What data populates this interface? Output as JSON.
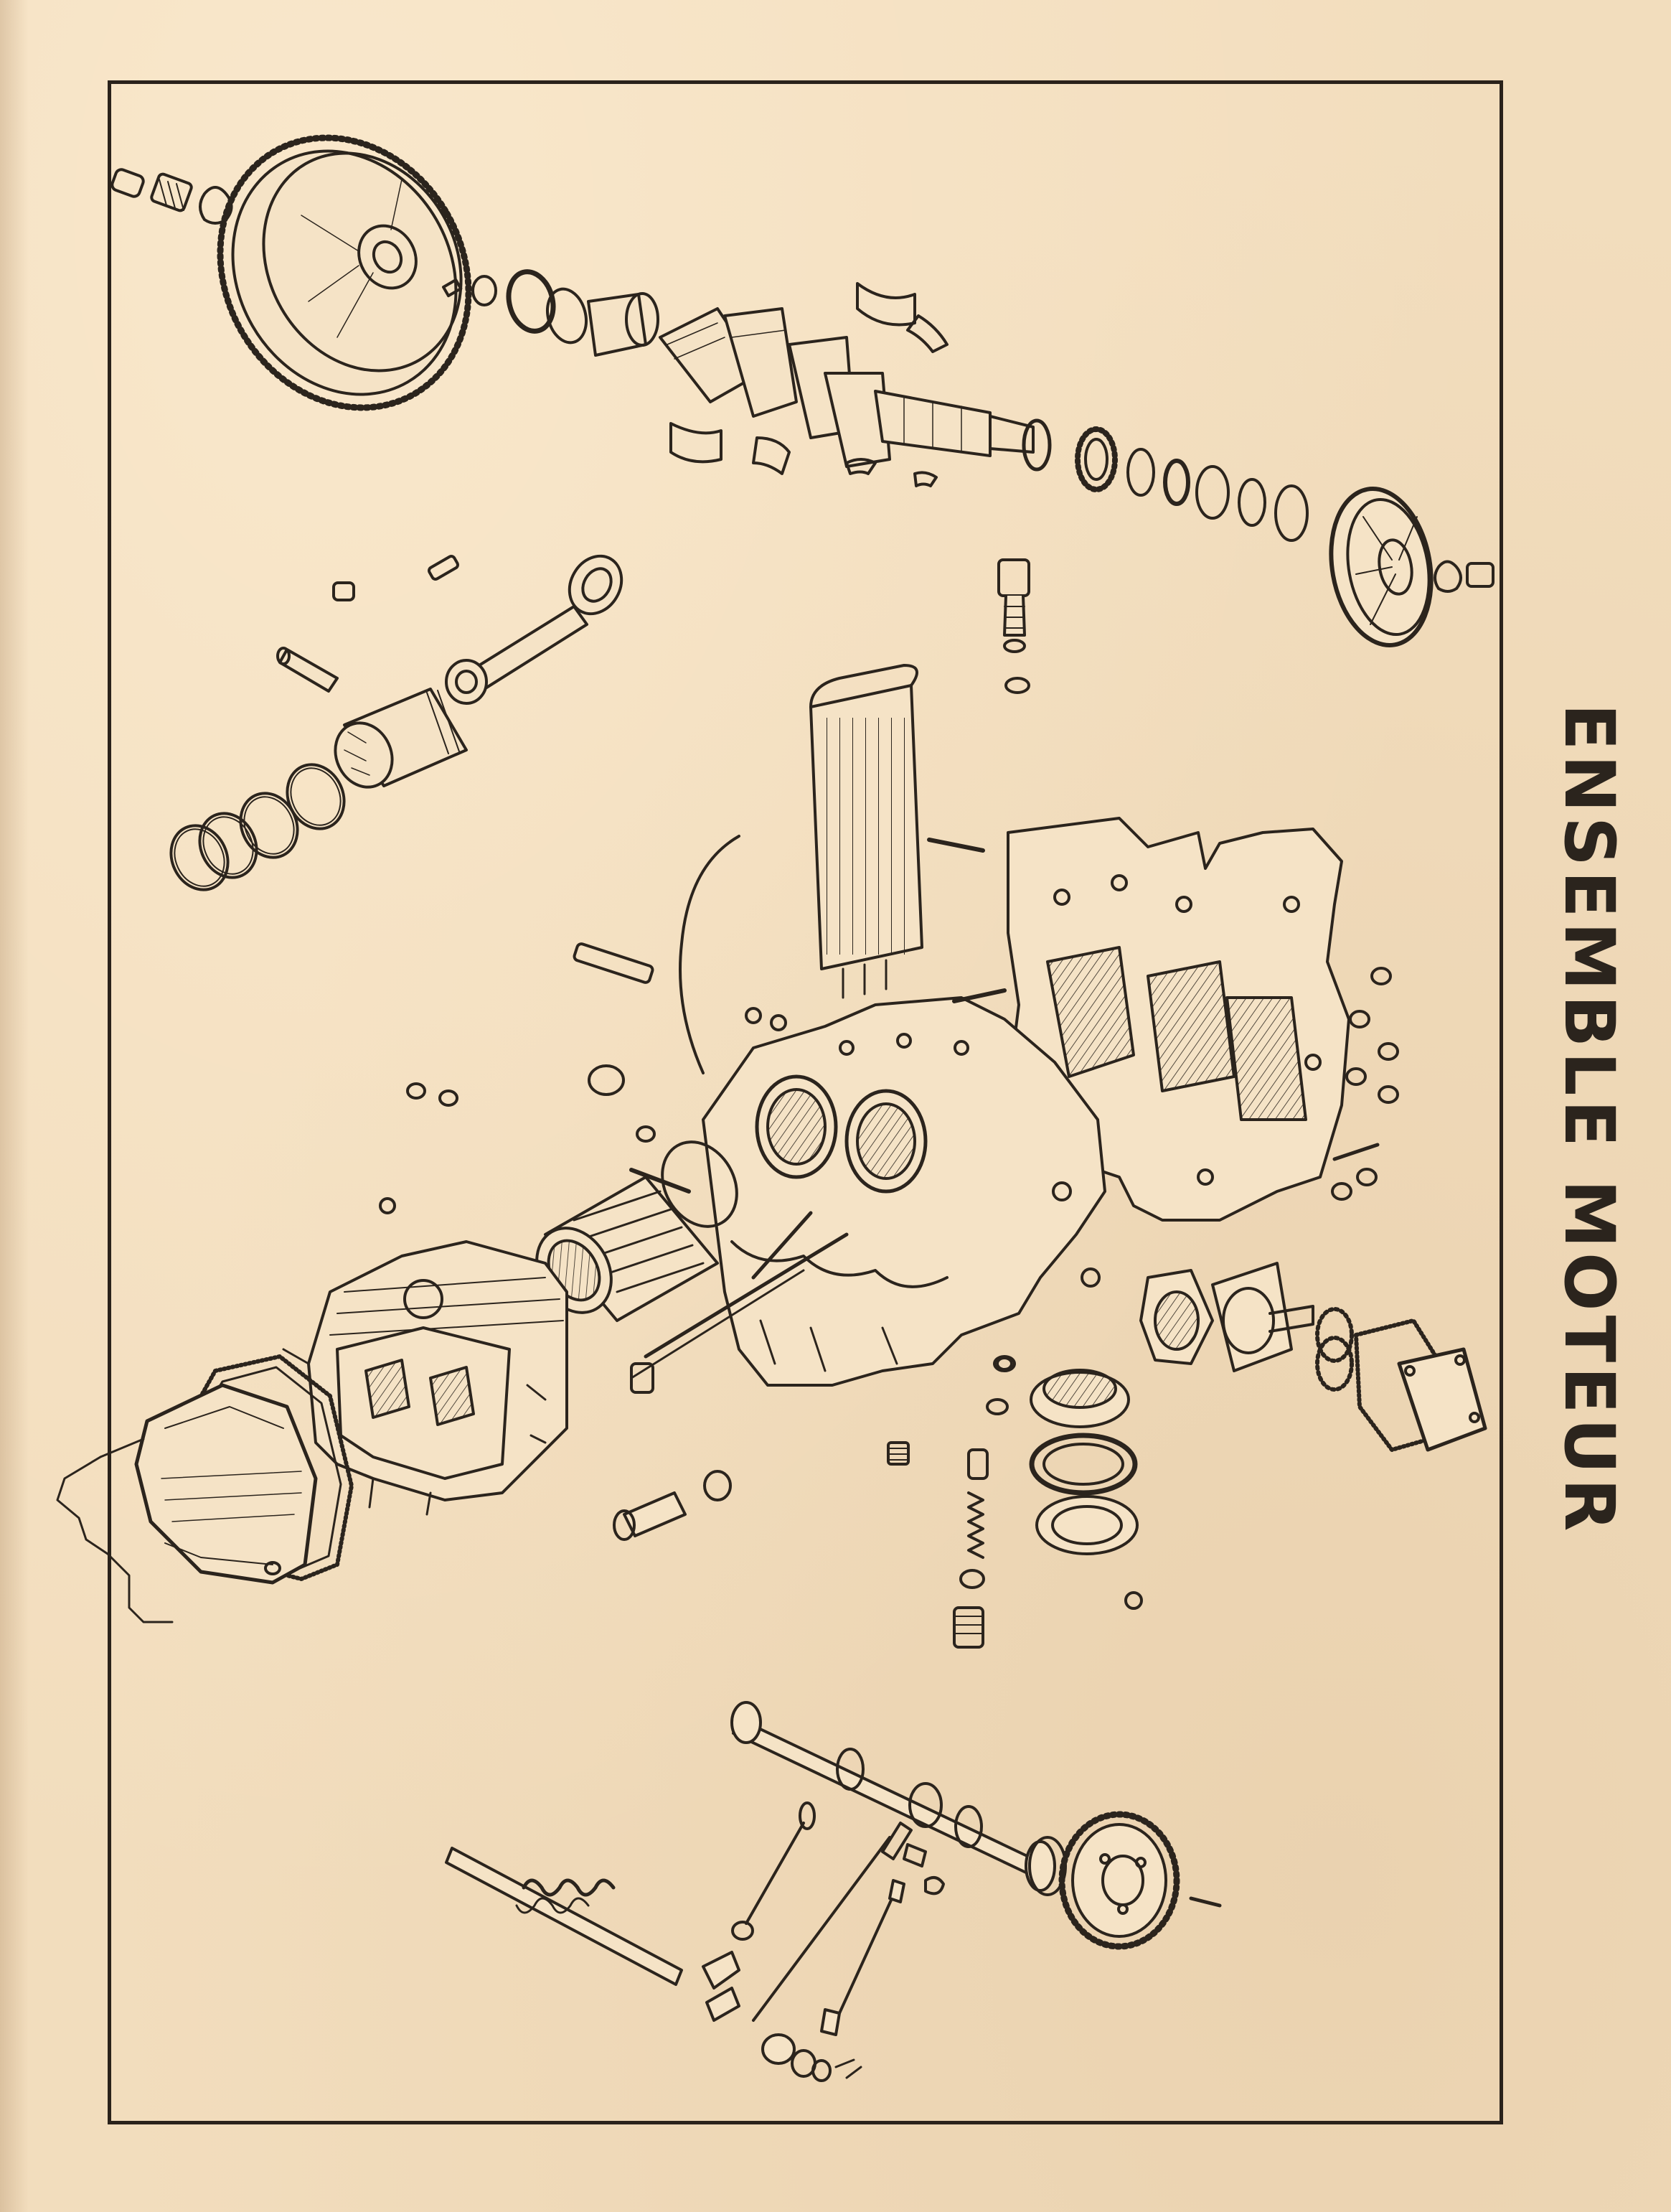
{
  "title": "ENSEMBLE MOTEUR",
  "colors": {
    "paper": "#f2ddbd",
    "ink": "#2b241d"
  },
  "parts": [
    {
      "name": "flywheel",
      "icon": "flywheel-icon"
    },
    {
      "name": "crankshaft",
      "icon": "crankshaft-icon"
    },
    {
      "name": "crankshaft-pulley",
      "icon": "pulley-icon"
    },
    {
      "name": "connecting-rod",
      "icon": "connecting-rod-icon"
    },
    {
      "name": "piston",
      "icon": "piston-icon"
    },
    {
      "name": "piston-rings",
      "icon": "piston-ring-icon"
    },
    {
      "name": "oil-cooler",
      "icon": "oil-cooler-icon"
    },
    {
      "name": "crankcase",
      "icon": "crankcase-icon"
    },
    {
      "name": "cylinder",
      "icon": "cylinder-icon"
    },
    {
      "name": "cylinder-head",
      "icon": "cylinder-head-icon"
    },
    {
      "name": "valve-cover",
      "icon": "valve-cover-icon"
    },
    {
      "name": "oil-pump",
      "icon": "oil-pump-icon"
    },
    {
      "name": "oil-strainer",
      "icon": "strainer-icon"
    },
    {
      "name": "camshaft",
      "icon": "camshaft-icon"
    },
    {
      "name": "camshaft-gear",
      "icon": "cam-gear-icon"
    },
    {
      "name": "rocker-shaft",
      "icon": "rocker-shaft-icon"
    },
    {
      "name": "pushrods",
      "icon": "pushrod-icon"
    }
  ]
}
